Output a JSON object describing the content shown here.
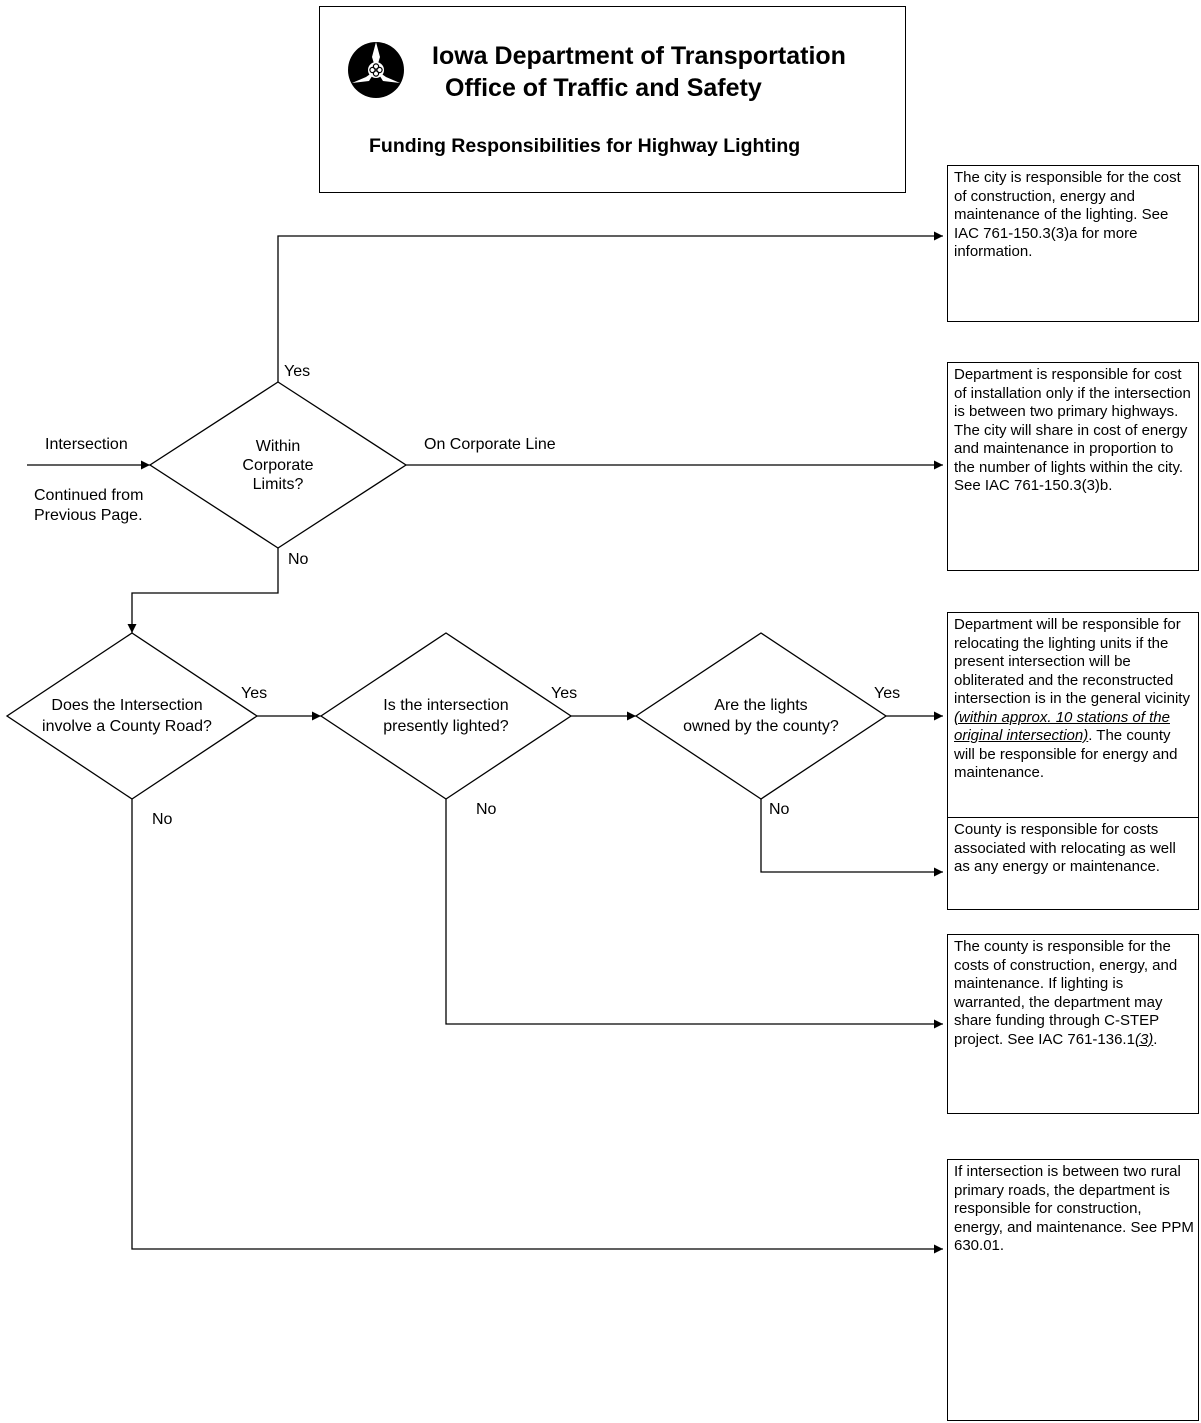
{
  "header": {
    "org_line1": "Iowa Department of Transportation",
    "org_line2": "Office of Traffic and Safety",
    "subtitle": "Funding Responsibilities for Highway Lighting",
    "logo_icon": "iowa-dot-logo-icon"
  },
  "entry": {
    "label": "Intersection",
    "note_line1": "Continued from",
    "note_line2": "Previous Page."
  },
  "decisions": {
    "corporate_limits": {
      "line1": "Within",
      "line2": "Corporate",
      "line3": "Limits?"
    },
    "county_road": {
      "line1": "Does the Intersection",
      "line2": "involve a County Road?"
    },
    "presently_lighted": {
      "line1": "Is the intersection",
      "line2": "presently lighted?"
    },
    "owned_by_county": {
      "line1": "Are the lights",
      "line2": "owned by the county?"
    }
  },
  "branch_labels": {
    "yes": "Yes",
    "no": "No",
    "on_corporate_line": "On Corporate Line"
  },
  "outcomes": {
    "city_responsible": "The city is responsible for the cost of construction, energy and maintenance of the lighting.  See IAC 761-150.3(3)a for more information.",
    "corporate_line": "Department is responsible for cost of installation only if the intersection is between two primary highways.  The city will share in cost of energy and maintenance in proportion to the number of lights within the city.  See IAC 761-150.3(3)b.",
    "relocation": {
      "part1": "Department will be responsible for relocating the lighting units if the present intersection will be obliterated and the reconstructed intersection is in the general vicinity ",
      "emphasis": "(within approx. 10 stations of the original intersection)",
      "part2": ".  The county will be responsible for energy and maintenance."
    },
    "county_relocating": "County is responsible for costs associated with relocating as well as any energy or maintenance.",
    "county_construction": {
      "part1": "The county is responsible for the costs of construction, energy, and maintenance.  If lighting is warranted, the department may share funding through C-STEP project.  See IAC 761-136.1",
      "emphasis": "(3)",
      "part2": "."
    },
    "rural_primary": "If intersection is between two rural primary roads, the department is responsible for construction, energy, and maintenance.  See PPM 630.01."
  }
}
